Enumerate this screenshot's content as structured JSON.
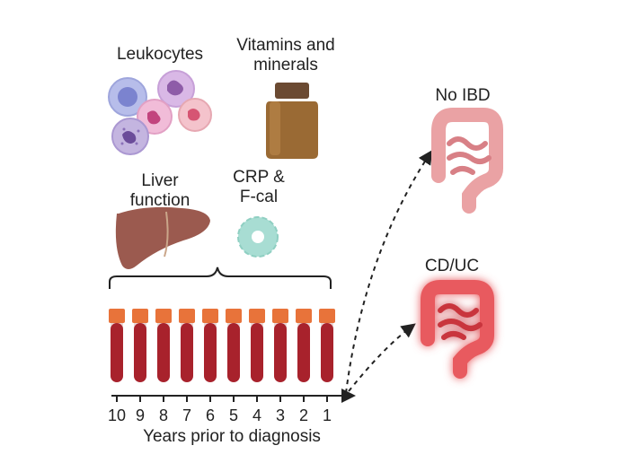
{
  "labels": {
    "leukocytes": "Leukocytes",
    "vitamins": "Vitamins and\nminerals",
    "liver": "Liver\nfunction",
    "crp": "CRP &\nF-cal",
    "no_ibd": "No IBD",
    "cd_uc": "CD/UC"
  },
  "axis": {
    "title": "Years prior to diagnosis",
    "ticks": [
      "10",
      "9",
      "8",
      "7",
      "6",
      "5",
      "4",
      "3",
      "2",
      "1"
    ]
  },
  "tube_count": 10,
  "colors": {
    "tube_cap": "#e8733a",
    "blood": "#a8222c",
    "liver": "#9b5a4f",
    "bottle": "#9a6a34",
    "crp": "#a8ddd3",
    "colon_healthy": "#eaa2a4",
    "colon_inflamed": "#e85a5e"
  },
  "icons": {
    "cells": "leukocyte-cells-icon",
    "bottle": "vitamin-bottle-icon",
    "liver": "liver-icon",
    "crp": "crp-molecule-icon",
    "colon_healthy": "healthy-colon-icon",
    "colon_inflamed": "inflamed-colon-icon"
  }
}
